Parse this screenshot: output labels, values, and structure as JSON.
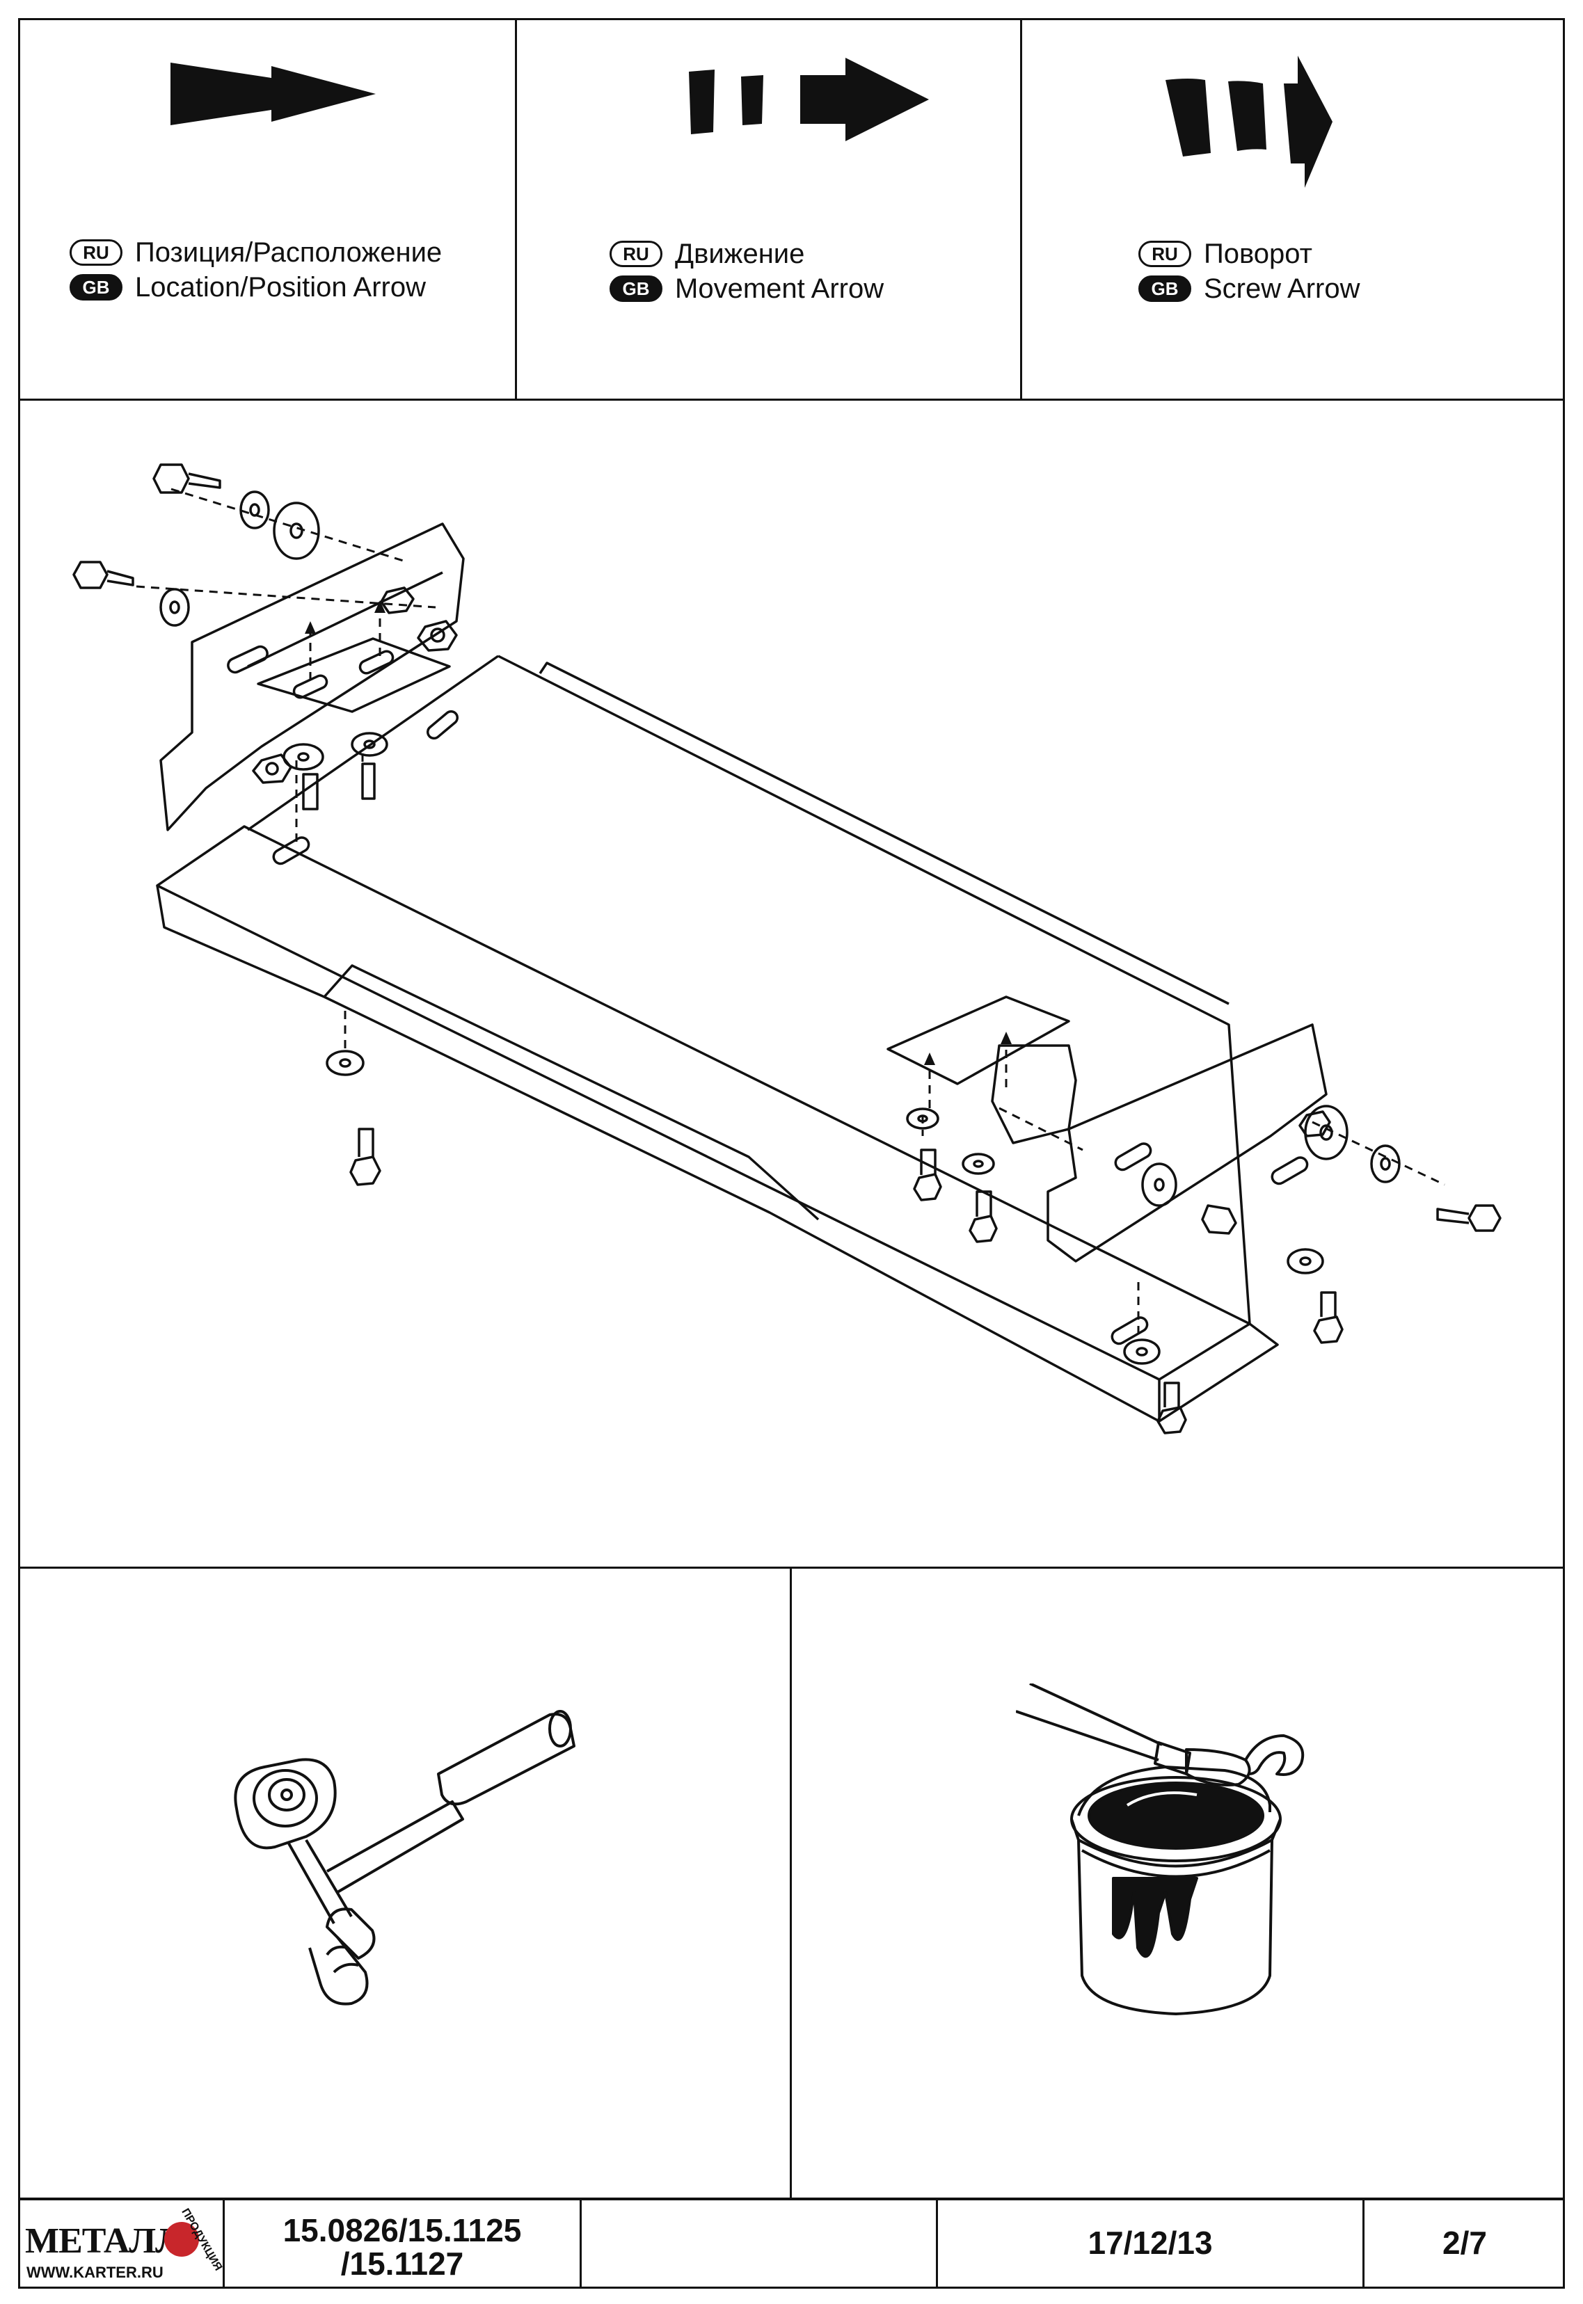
{
  "legend": [
    {
      "ru_tag": "RU",
      "gb_tag": "GB",
      "ru_text": "Позиция/Расположение",
      "gb_text": "Location/Position Arrow",
      "icon": "location-arrow-icon"
    },
    {
      "ru_tag": "RU",
      "gb_tag": "GB",
      "ru_text": "Движение",
      "gb_text": "Movement Arrow",
      "icon": "movement-arrow-icon"
    },
    {
      "ru_tag": "RU",
      "gb_tag": "GB",
      "ru_text": "Поворот",
      "gb_text": "Screw Arrow",
      "icon": "screw-arrow-icon"
    }
  ],
  "footer": {
    "logo_text": "МЕТАЛЛ",
    "logo_side": "ПРОДУКЦИЯ",
    "logo_url": "WWW.KARTER.RU",
    "part_line1": "15.0826/15.1125",
    "part_line2": "/15.1127",
    "empty": "",
    "date": "17/12/13",
    "page": "2/7"
  },
  "illustrations": [
    "skid-plate-assembly",
    "ratchet-wrench-icon",
    "paint-can-brush-icon"
  ]
}
